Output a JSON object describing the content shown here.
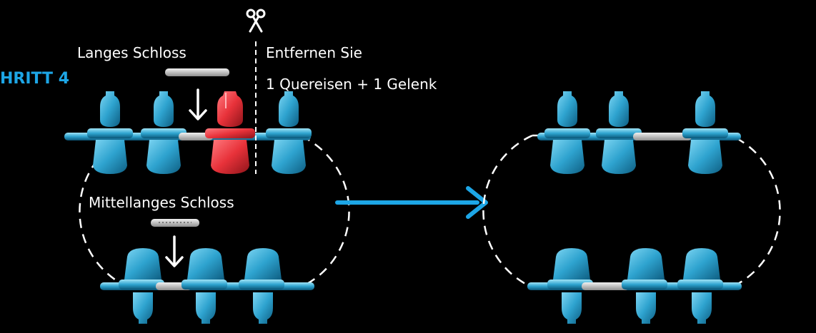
{
  "step_label": "HRITT 4",
  "labels": {
    "long_lock": "Langes Schloss",
    "remove_line1": "Entfernen Sie",
    "remove_line2": "1 Quereisen + 1 Gelenk",
    "medium_lock": "Mittellanges Schloss"
  },
  "icons": {
    "cut": "scissors-icon",
    "direction": "arrow-right-icon"
  },
  "colors": {
    "background": "#000000",
    "text": "#ffffff",
    "step_title": "#1da6e6",
    "arrow": "#1da6e6",
    "chain_link": "#2ea3cf",
    "removed_part": "#e8323a",
    "lock": "#c9c9c9",
    "track_outline": "#ffffff"
  }
}
